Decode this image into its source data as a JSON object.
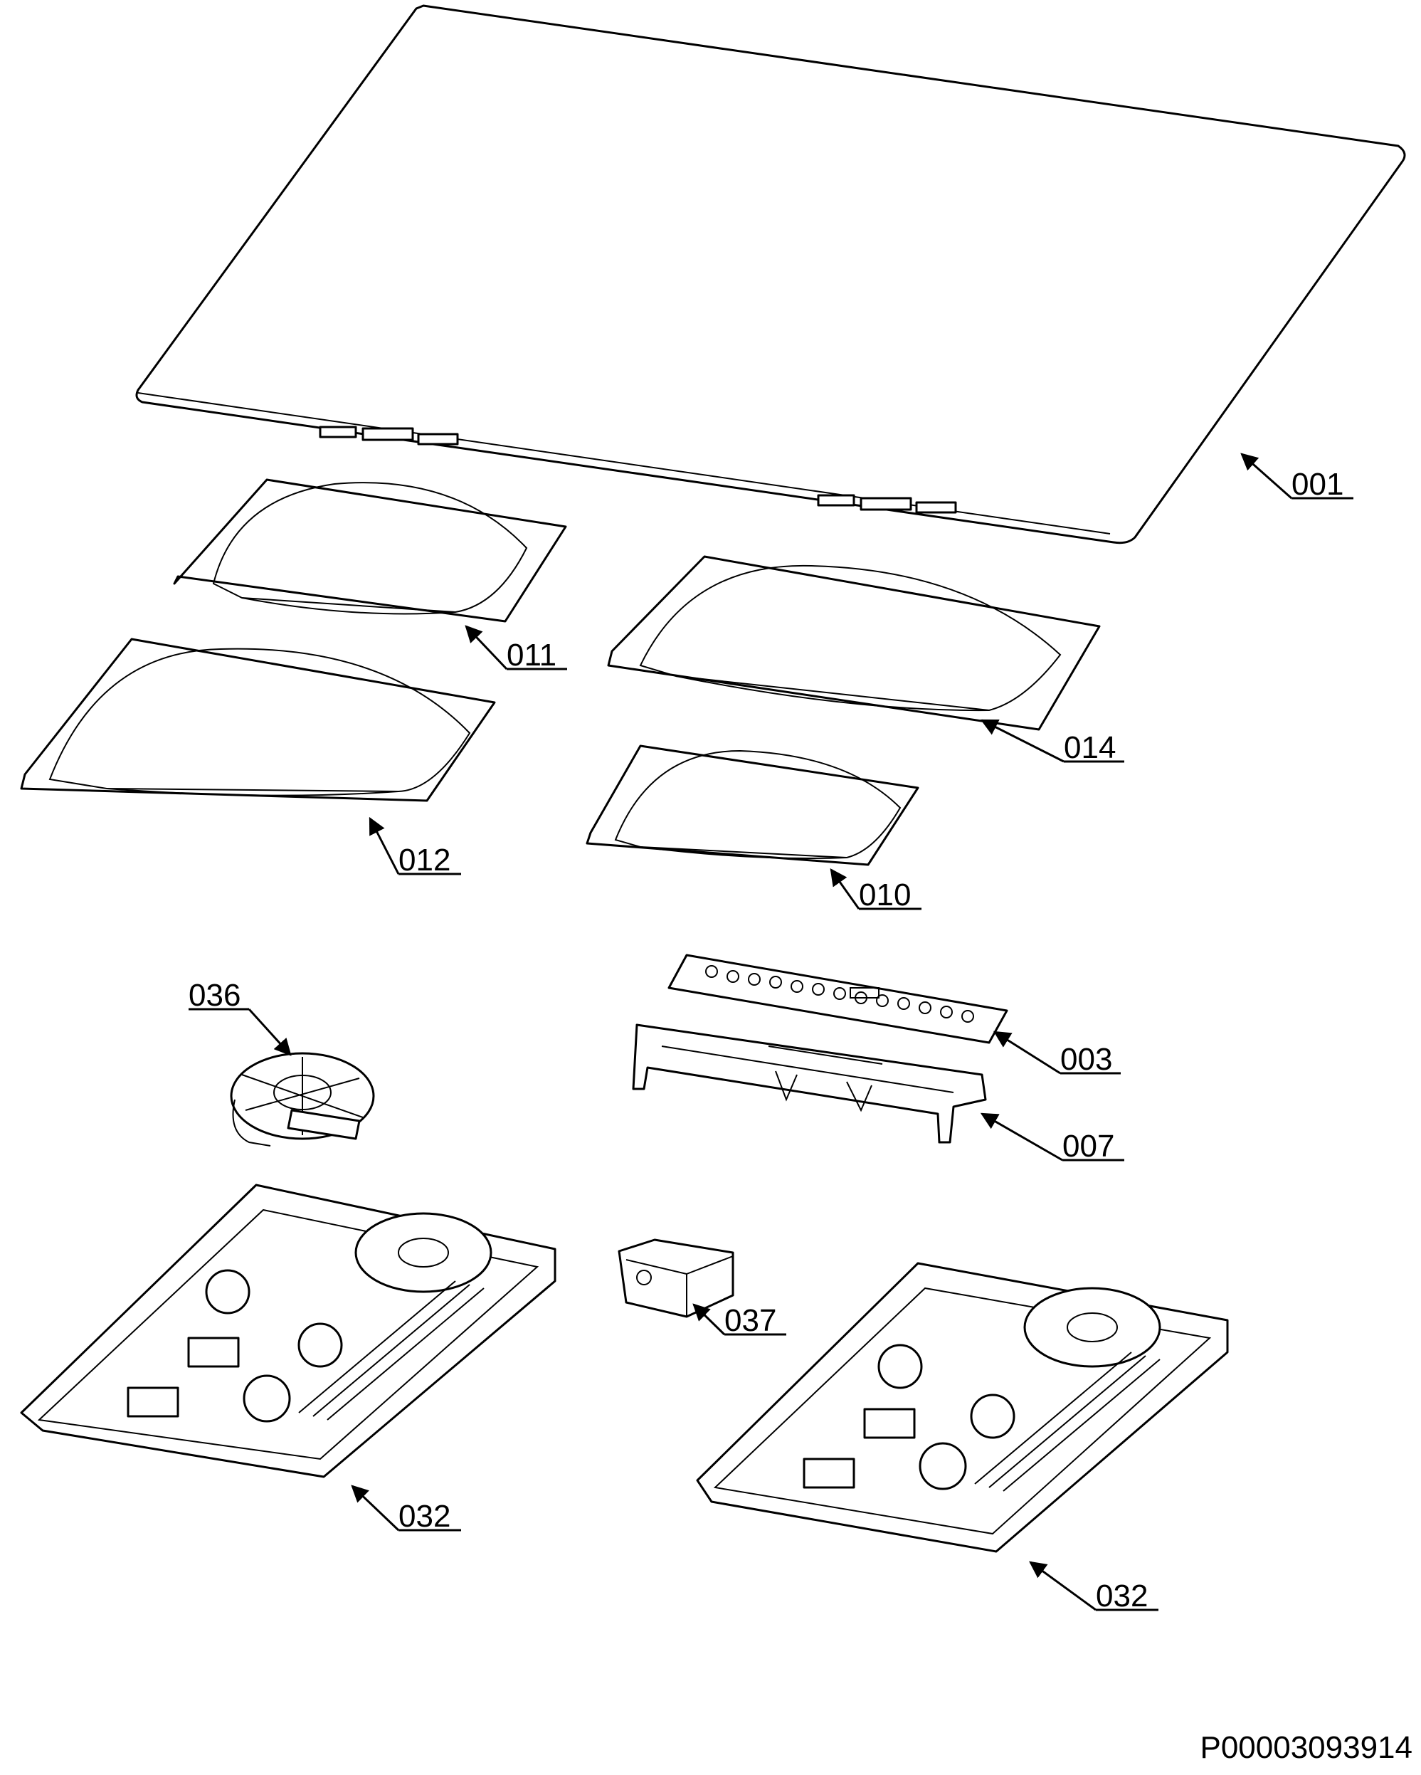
{
  "diagram": {
    "callouts": [
      {
        "id": "001"
      },
      {
        "id": "011"
      },
      {
        "id": "014"
      },
      {
        "id": "012"
      },
      {
        "id": "010"
      },
      {
        "id": "036"
      },
      {
        "id": "003"
      },
      {
        "id": "007"
      },
      {
        "id": "037"
      },
      {
        "id": "032"
      },
      {
        "id": "032"
      }
    ],
    "drawing_code": "P00003093914"
  }
}
